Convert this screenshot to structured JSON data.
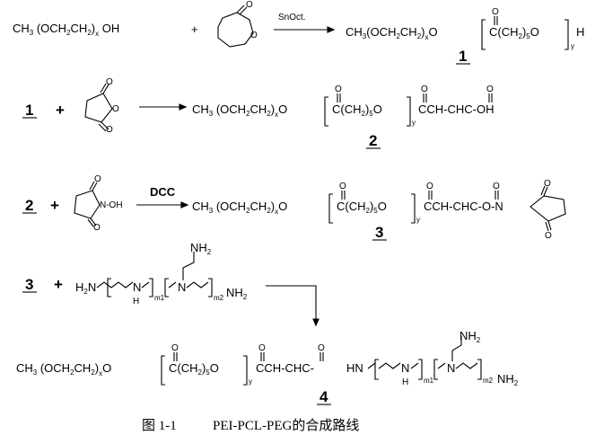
{
  "row1": {
    "reactant": "CH3(OCH2CH2)xOH",
    "plus": "+",
    "catalyst": "SnOct.",
    "product": "CH3(OCH2CH2)xO[C(=O)(CH2)5O]yH",
    "label": "1"
  },
  "row2": {
    "reactant_label": "1",
    "plus": "+",
    "product": "CH3(OCH2CH2)xO[C(=O)(CH2)5O]yCCH-CHC-OH",
    "label": "2"
  },
  "row3": {
    "reactant_label": "2",
    "plus": "+",
    "nhs_group": "N-OH",
    "reagent": "DCC",
    "product": "CH3(OCH2CH2)xO[C(=O)(CH2)5O]yCCH-CHC-O-N",
    "label": "3"
  },
  "row4": {
    "reactant_label": "3",
    "plus": "+",
    "pei": "H2N[N(H)]m1[N(CH2CH2NH2)]m2NH2"
  },
  "row5": {
    "product": "CH3(OCH2CH2)xO[C(=O)(CH2)5O]yCCH-CHC-HN[NH]m1[N(NH2)]m2NH2",
    "label": "4"
  },
  "caption": {
    "figure": "图 1-1",
    "title": "PEI-PCL-PEG的合成路线"
  }
}
